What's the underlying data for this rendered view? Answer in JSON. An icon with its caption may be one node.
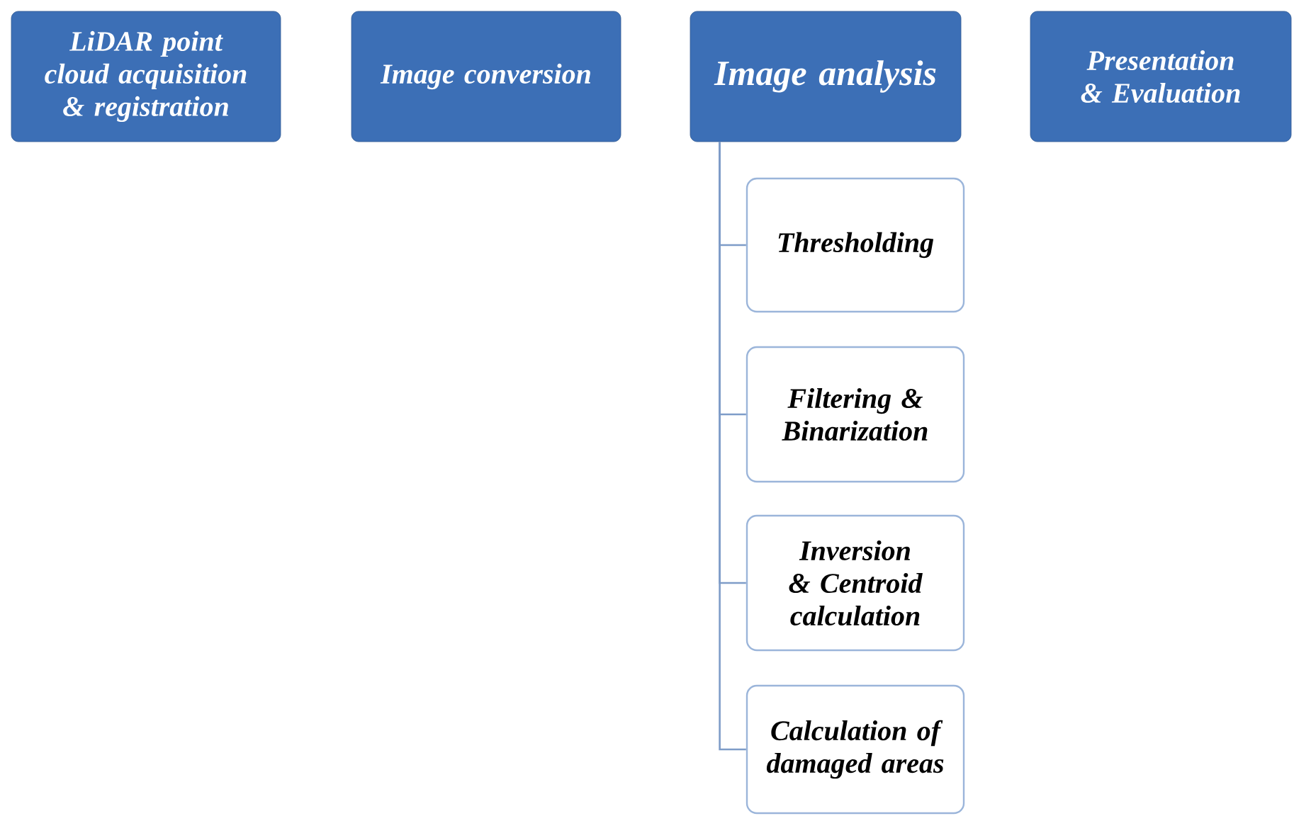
{
  "diagram": {
    "nodes": [
      {
        "text": [
          "LiDAR point cloud acquisition & registration"
        ]
      },
      {
        "text": [
          "Image conversion"
        ]
      },
      {
        "text": [
          "Image analysis"
        ]
      },
      {
        "text": [
          "Presentation & Evaluation"
        ]
      },
      {
        "text": [
          "Thresholding"
        ]
      },
      {
        "text": [
          "Filtering & Binarization"
        ]
      },
      {
        "text": [
          "Inversion & Centroid calculation"
        ]
      },
      {
        "text": [
          "Calculation of damaged areas"
        ]
      }
    ],
    "edges": [
      {
        "from": 2,
        "to": 4,
        "arrow": "none"
      },
      {
        "from": 2,
        "to": 5,
        "arrow": "none"
      },
      {
        "from": 2,
        "to": 6,
        "arrow": "none"
      },
      {
        "from": 2,
        "to": 7,
        "arrow": "none"
      }
    ]
  }
}
